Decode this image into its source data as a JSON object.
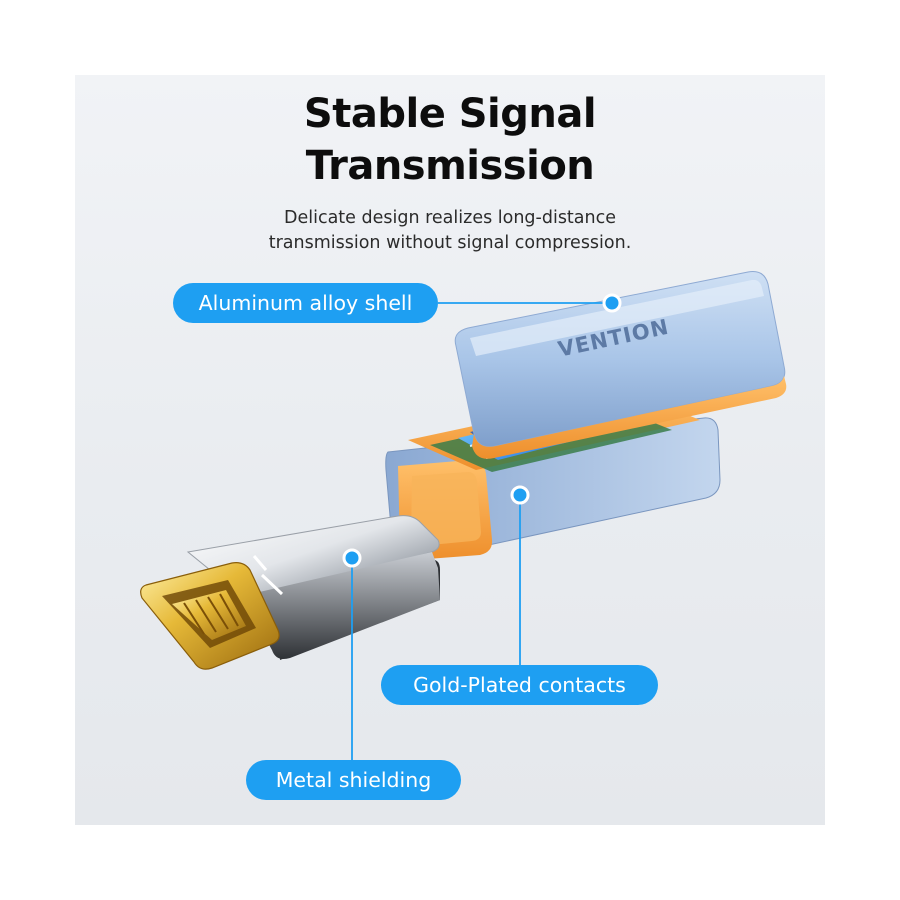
{
  "headline": {
    "line1": "Stable Signal",
    "line2": "Transmission"
  },
  "subtitle": {
    "line1": "Delicate design realizes long-distance",
    "line2": "transmission without signal compression."
  },
  "brand": "VENTION",
  "callouts": {
    "shell": "Aluminum alloy shell",
    "contacts": "Gold-Plated contacts",
    "shielding": "Metal shielding"
  },
  "colors": {
    "callout_blue": "#1e9ff2",
    "shell_blue": "#a8c4e6",
    "inner_orange": "#f4a13f",
    "gold": "#d8a92b"
  }
}
